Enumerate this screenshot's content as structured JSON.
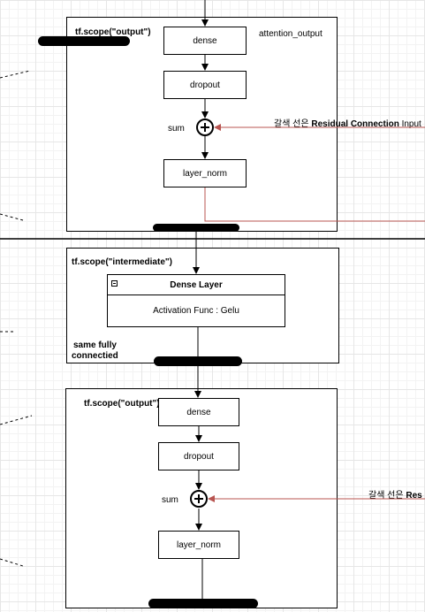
{
  "top_block": {
    "scope_label": "tf.scope(\"output\")",
    "name_label": "attention_output",
    "dense": "dense",
    "dropout": "dropout",
    "sum": "sum",
    "layer_norm": "layer_norm",
    "annotation_prefix": "갈색 선은 ",
    "annotation_bold": "Residual Connection",
    "annotation_suffix": " Input"
  },
  "intermediate_block": {
    "scope_label": "tf.scope(\"intermediate\")",
    "dense_layer_title": "Dense Layer",
    "activation": "Activation Func : Gelu",
    "note_line1": "same fully",
    "note_line2": "connectied"
  },
  "bottom_block": {
    "scope_label": "tf.scope(\"output\")",
    "dense": "dense",
    "dropout": "dropout",
    "sum": "sum",
    "layer_norm": "layer_norm",
    "annotation_prefix": "갈색 선은 ",
    "annotation_bold": "Res"
  },
  "colors": {
    "residual_line": "#b85450",
    "stroke": "#000000"
  }
}
